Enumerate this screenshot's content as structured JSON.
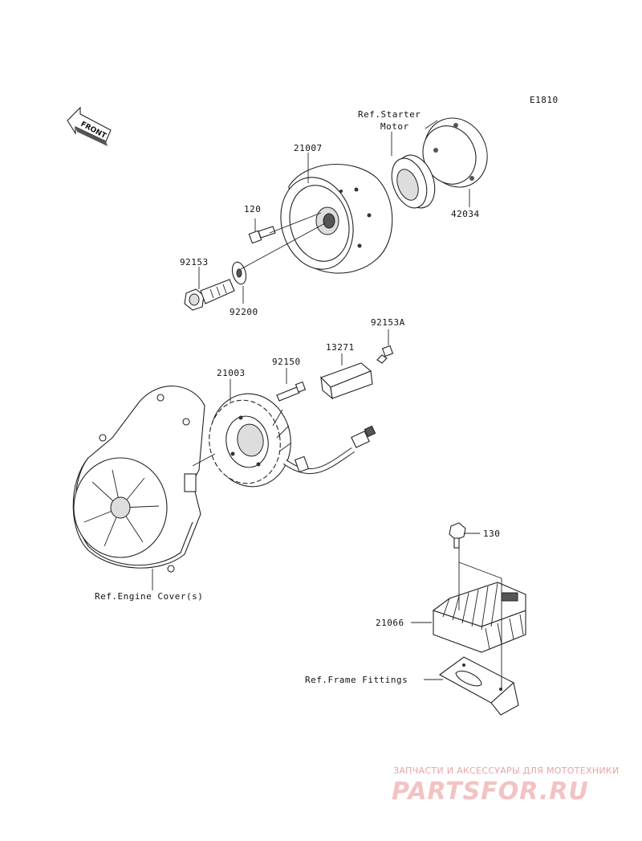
{
  "diagram_code": "E1810",
  "front_arrow_text": "FRONT",
  "labels": {
    "ref_starter_line1": "Ref.Starter",
    "ref_starter_line2": "Motor",
    "p21007": "21007",
    "p42034": "42034",
    "p120": "120",
    "p92153": "92153",
    "p92200": "92200",
    "p92153a": "92153A",
    "p13271": "13271",
    "p92150": "92150",
    "p21003": "21003",
    "p130": "130",
    "p21066": "21066",
    "ref_engine_cover": "Ref.Engine Cover(s)",
    "ref_frame_fittings": "Ref.Frame Fittings"
  },
  "watermark": {
    "caption": "ЗАПЧАСТИ И АКСЕССУАРЫ ДЛЯ МОТОТЕХНИКИ",
    "logo": "PARTSFOR.RU",
    "color": "#e7a5a5"
  }
}
